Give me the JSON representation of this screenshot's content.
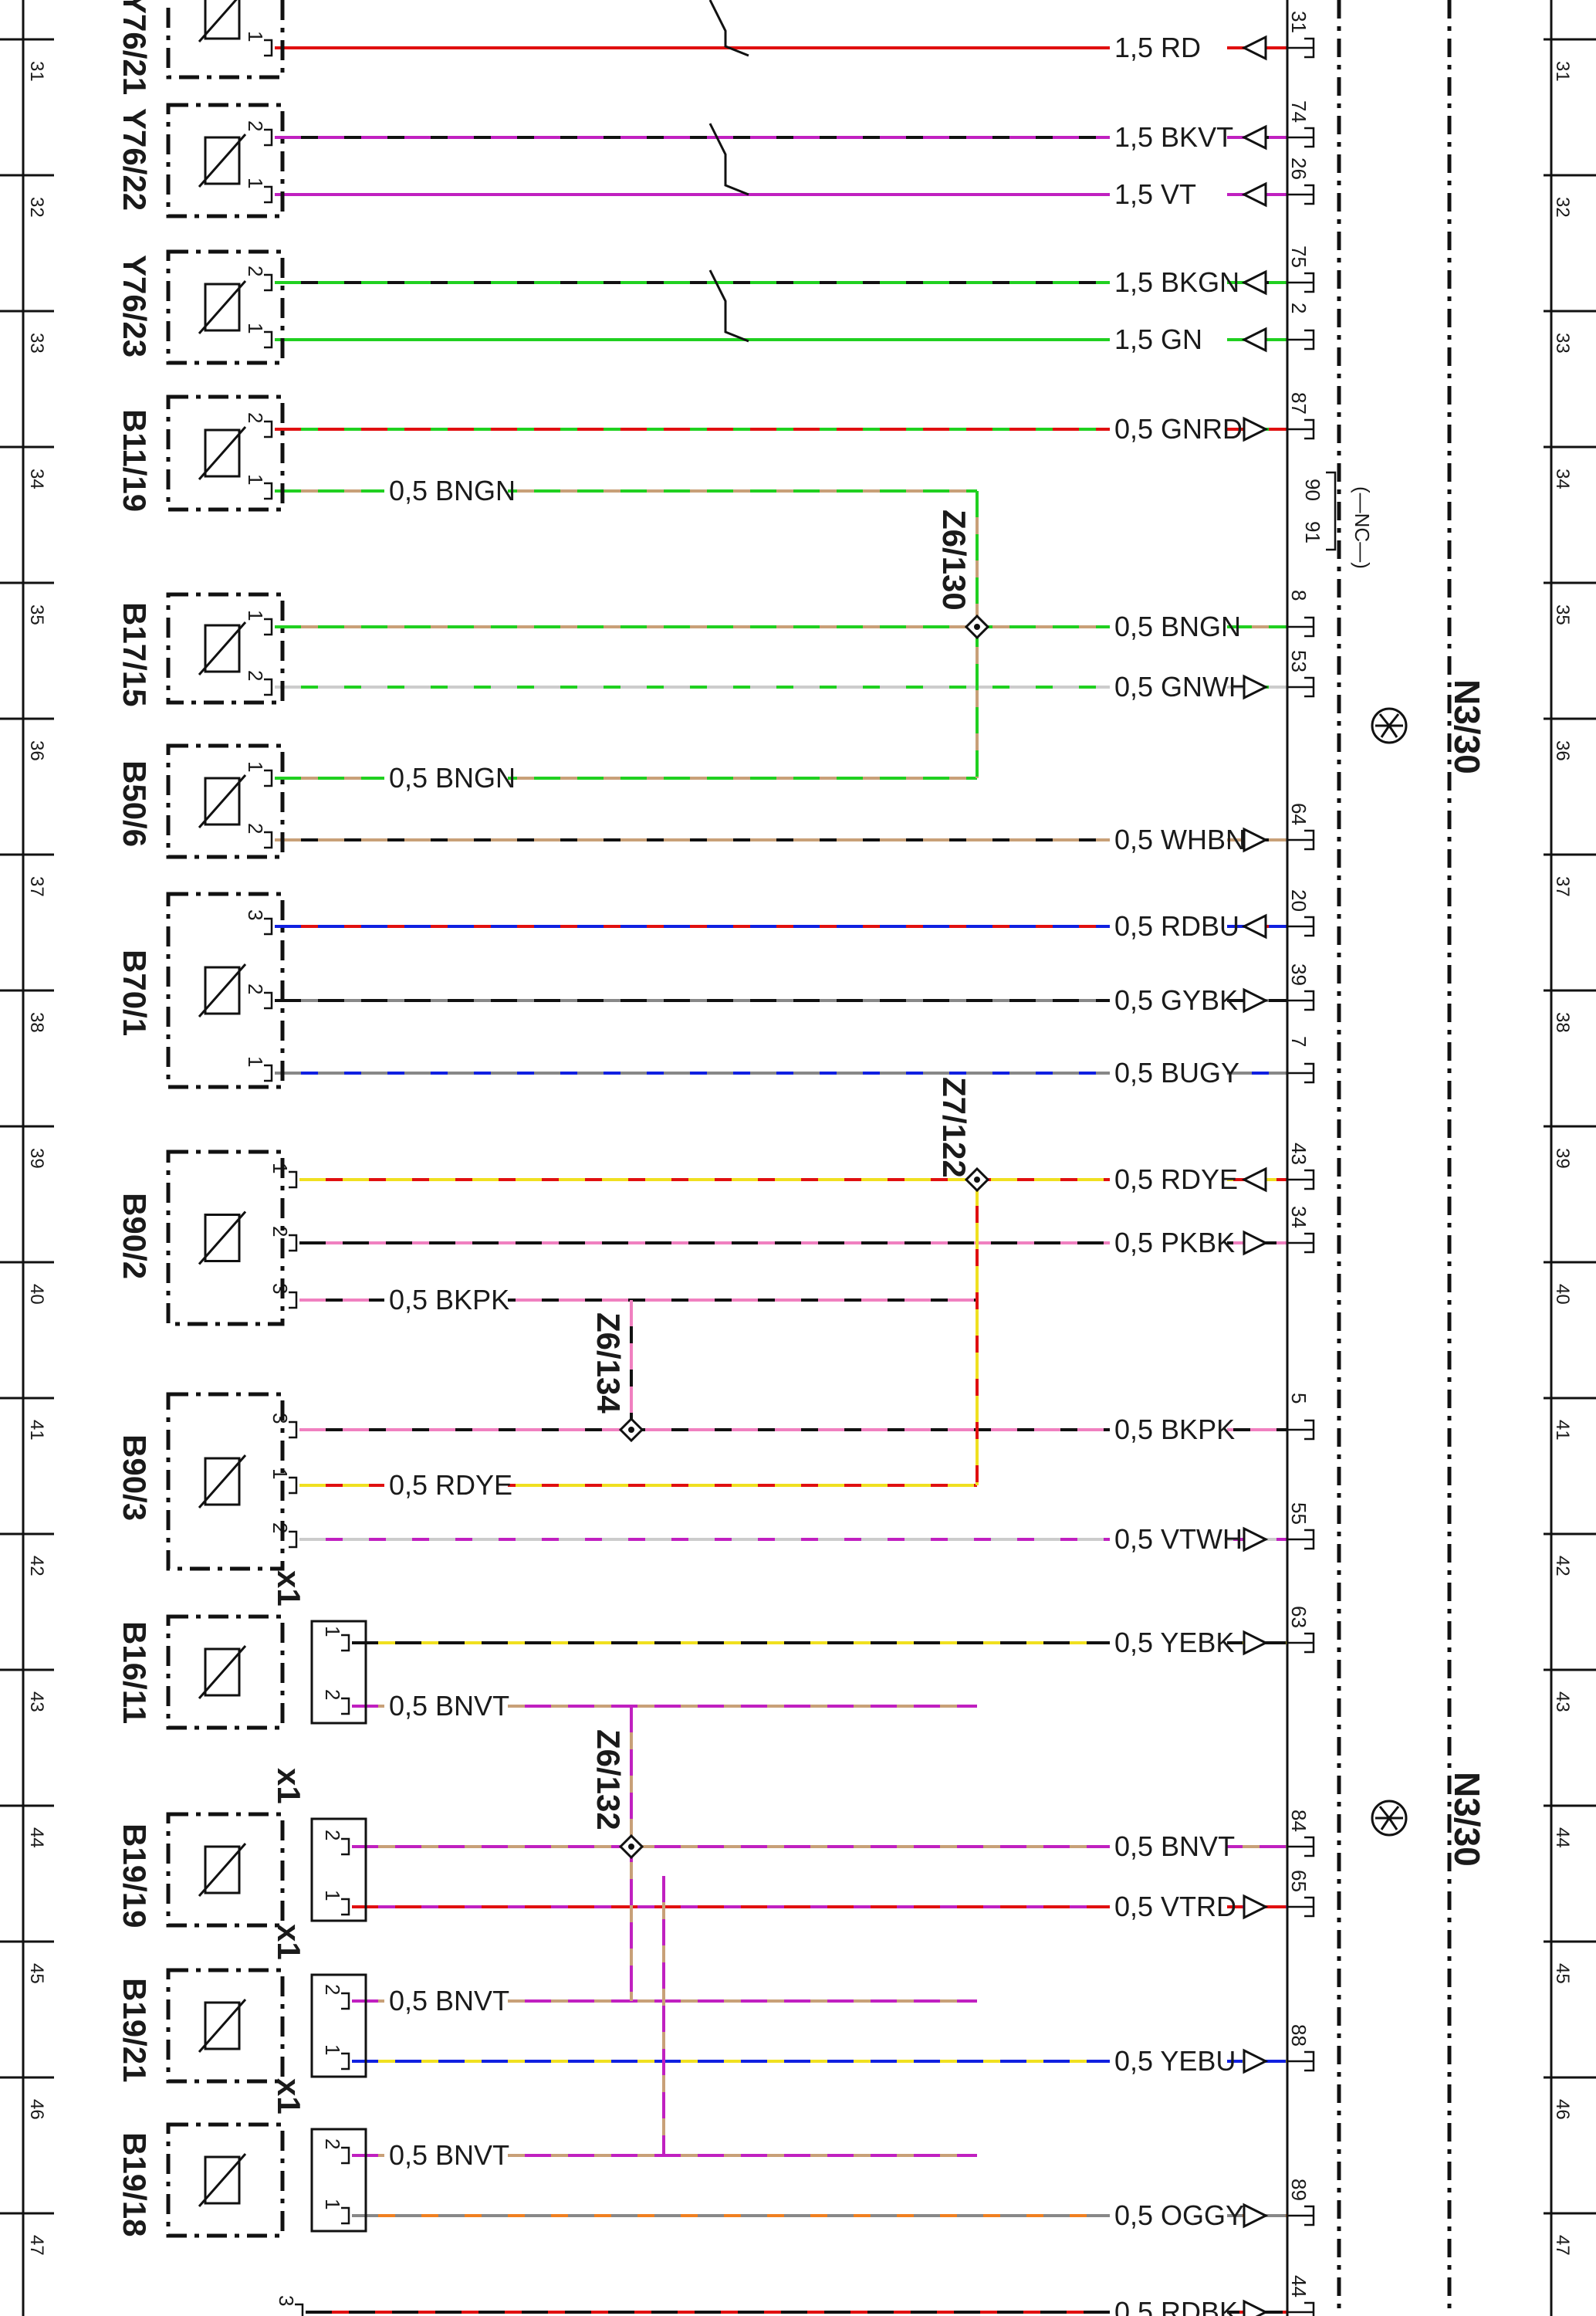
{
  "ecu": {
    "name": "N3/30",
    "nc_label": "(—NC—)",
    "nc_pins": [
      "90",
      "91"
    ]
  },
  "row_numbers": [
    "31",
    "32",
    "33",
    "34",
    "35",
    "36",
    "37",
    "38",
    "39",
    "40",
    "41",
    "42",
    "43",
    "44",
    "45",
    "46",
    "47"
  ],
  "components": [
    {
      "id": "Y76/21",
      "display": "Y76/21"
    },
    {
      "id": "Y76/22",
      "display": "Y76/22"
    },
    {
      "id": "Y76/23",
      "display": "Y76/23"
    },
    {
      "id": "B11/19",
      "display": "B11/19"
    },
    {
      "id": "B17/15",
      "display": "B17/15"
    },
    {
      "id": "B50/6",
      "display": "B50/6"
    },
    {
      "id": "B70/1",
      "display": "B70/1"
    },
    {
      "id": "B90/2",
      "display": "B90/2"
    },
    {
      "id": "B90/3",
      "display": "B90/3"
    },
    {
      "id": "B16/11",
      "display": "B16/11"
    },
    {
      "id": "B19/19",
      "display": "B19/19"
    },
    {
      "id": "B19/21",
      "display": "B19/21"
    },
    {
      "id": "B19/18",
      "display": "B19/18"
    }
  ],
  "connector_label": "x1",
  "splices": [
    "Z6/130",
    "Z7/122",
    "Z6/134",
    "Z6/132"
  ],
  "wires": [
    {
      "label": "1,5  RD",
      "ecu_pin": "31",
      "comp_pin": "1",
      "colors": [
        "#e01010"
      ]
    },
    {
      "label": "1,5  BKVT",
      "ecu_pin": "74",
      "comp_pin": "2",
      "colors": [
        "#111111",
        "#c020c0"
      ]
    },
    {
      "label": "1,5  VT",
      "ecu_pin": "26",
      "comp_pin": "1",
      "colors": [
        "#c020c0"
      ]
    },
    {
      "label": "1,5  BKGN",
      "ecu_pin": "75",
      "comp_pin": "2",
      "colors": [
        "#111111",
        "#20d020"
      ]
    },
    {
      "label": "1,5  GN",
      "ecu_pin": "2",
      "comp_pin": "1",
      "colors": [
        "#20d020"
      ]
    },
    {
      "label": "0,5  GNRD",
      "ecu_pin": "87",
      "comp_pin": "2",
      "colors": [
        "#20d020",
        "#e01010"
      ]
    },
    {
      "label": "0,5  BNGN",
      "ecu_pin": "",
      "comp_pin": "1",
      "colors": [
        "#c8a078",
        "#20d020"
      ]
    },
    {
      "label": "0,5  BNGN",
      "ecu_pin": "8",
      "comp_pin": "1",
      "colors": [
        "#c8a078",
        "#20d020"
      ]
    },
    {
      "label": "0,5  GNWH",
      "ecu_pin": "53",
      "comp_pin": "2",
      "colors": [
        "#20d020",
        "#cccccc"
      ]
    },
    {
      "label": "0,5  BNGN",
      "ecu_pin": "",
      "comp_pin": "1",
      "colors": [
        "#c8a078",
        "#20d020"
      ]
    },
    {
      "label": "0,5  WHBN",
      "ecu_pin": "64",
      "comp_pin": "2",
      "colors": [
        "#111111",
        "#c8a078"
      ]
    },
    {
      "label": "0,5  RDBU",
      "ecu_pin": "20",
      "comp_pin": "3",
      "colors": [
        "#e01010",
        "#1020e0"
      ]
    },
    {
      "label": "0,5  GYBK",
      "ecu_pin": "39",
      "comp_pin": "2",
      "colors": [
        "#888888",
        "#111111"
      ]
    },
    {
      "label": "0,5  BUGY",
      "ecu_pin": "7",
      "comp_pin": "1",
      "colors": [
        "#1020e0",
        "#888888"
      ]
    },
    {
      "label": "0,5  RDYE",
      "ecu_pin": "43",
      "comp_pin": "1",
      "colors": [
        "#e01010",
        "#f0e020"
      ]
    },
    {
      "label": "0,5  PKBK",
      "ecu_pin": "34",
      "comp_pin": "2",
      "colors": [
        "#f080c0",
        "#111111"
      ]
    },
    {
      "label": "0,5  BKPK",
      "ecu_pin": "",
      "comp_pin": "3",
      "colors": [
        "#111111",
        "#f080c0"
      ]
    },
    {
      "label": "0,5  BKPK",
      "ecu_pin": "5",
      "comp_pin": "3",
      "colors": [
        "#111111",
        "#f080c0"
      ]
    },
    {
      "label": "0,5  RDYE",
      "ecu_pin": "",
      "comp_pin": "1",
      "colors": [
        "#e01010",
        "#f0e020"
      ]
    },
    {
      "label": "0,5  VTWH",
      "ecu_pin": "55",
      "comp_pin": "2",
      "colors": [
        "#c020c0",
        "#cccccc"
      ]
    },
    {
      "label": "0,5  YEBK",
      "ecu_pin": "63",
      "comp_pin": "1",
      "colors": [
        "#f0e020",
        "#111111"
      ]
    },
    {
      "label": "0,5  BNVT",
      "ecu_pin": "",
      "comp_pin": "2",
      "colors": [
        "#c8a078",
        "#c020c0"
      ]
    },
    {
      "label": "0,5  BNVT",
      "ecu_pin": "84",
      "comp_pin": "2",
      "colors": [
        "#c8a078",
        "#c020c0"
      ]
    },
    {
      "label": "0,5  VTRD",
      "ecu_pin": "65",
      "comp_pin": "1",
      "colors": [
        "#c020c0",
        "#e01010"
      ]
    },
    {
      "label": "0,5  BNVT",
      "ecu_pin": "",
      "comp_pin": "2",
      "colors": [
        "#c8a078",
        "#c020c0"
      ]
    },
    {
      "label": "0,5  YEBU",
      "ecu_pin": "88",
      "comp_pin": "1",
      "colors": [
        "#f0e020",
        "#1020e0"
      ]
    },
    {
      "label": "0,5  BNVT",
      "ecu_pin": "",
      "comp_pin": "2",
      "colors": [
        "#c8a078",
        "#c020c0"
      ]
    },
    {
      "label": "0,5  OGGY",
      "ecu_pin": "89",
      "comp_pin": "1",
      "colors": [
        "#f08020",
        "#888888"
      ]
    },
    {
      "label": "0,5  RDBK",
      "ecu_pin": "44",
      "comp_pin": "3",
      "colors": [
        "#e01010",
        "#111111"
      ]
    }
  ]
}
